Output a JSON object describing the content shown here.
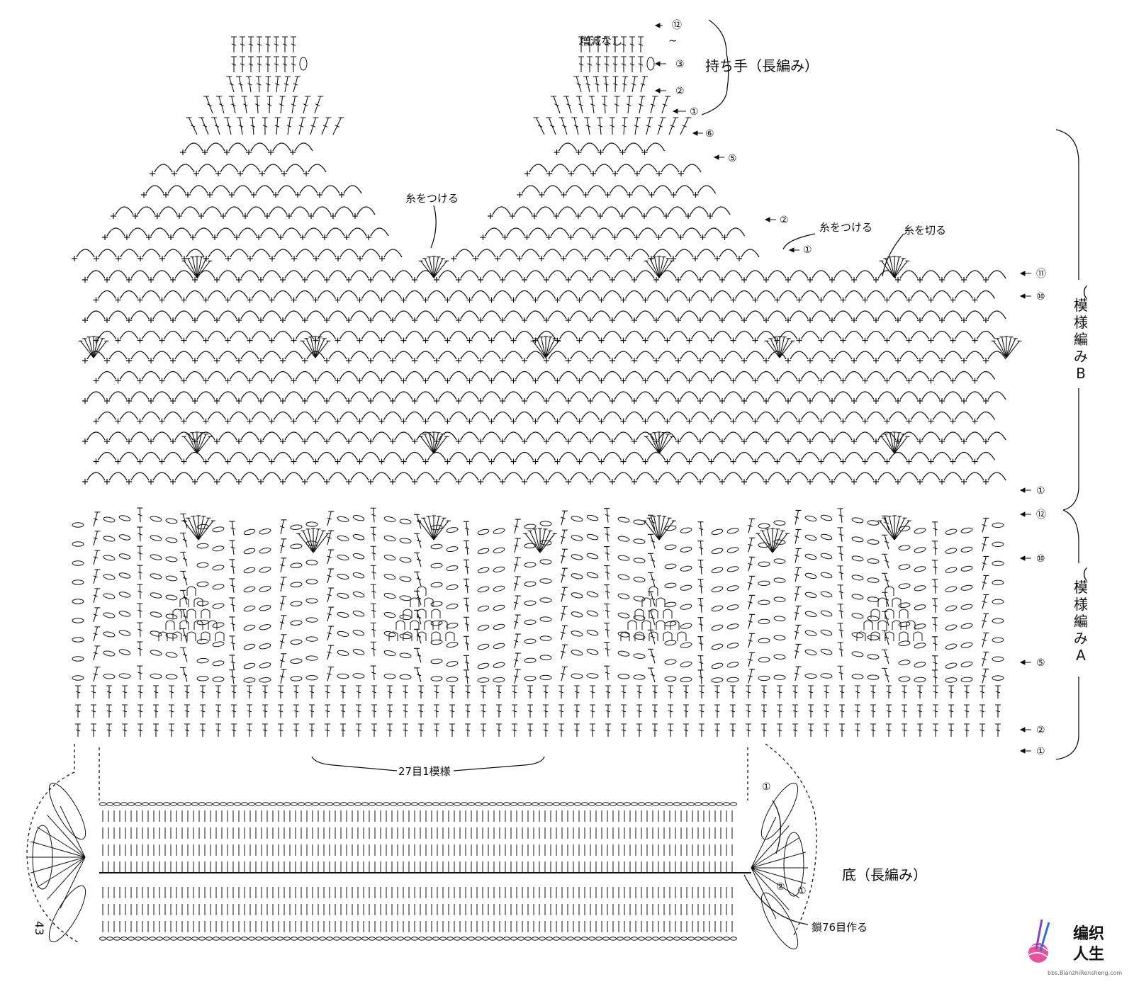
{
  "labels": {
    "no_change": "増減なし",
    "handle": "持ち手（長編み）",
    "attach_yarn_1": "糸をつける",
    "attach_yarn_2": "糸をつける",
    "cut_yarn": "糸を切る",
    "pattern_b": "模様編みB",
    "pattern_a": "模様編みA",
    "repeat": "27目1模様",
    "bottom": "底（長編み）",
    "chain": "鎖76目作る",
    "page_number": "43",
    "tilde": "~"
  },
  "round_markers": {
    "handle": [
      "⑫",
      "③",
      "②",
      "①"
    ],
    "shoulder": [
      "⑥",
      "⑤",
      "②",
      "①"
    ],
    "pattern_b": [
      "⑪",
      "⑩",
      "①"
    ],
    "pattern_a": [
      "⑫",
      "⑩",
      "⑤",
      "②",
      "①"
    ],
    "base": [
      "①",
      "②",
      "①"
    ]
  },
  "watermark": {
    "line1": "编织",
    "line2": "人生",
    "url": "bbs.BianzhiRensheng.com"
  },
  "colors": {
    "ink": "#111111",
    "logo_green": "#3aa335",
    "logo_orange": "#f08a1c",
    "logo_blue": "#2f6fd6",
    "logo_pink": "#e0368c",
    "logo_purple": "#8a3fc0"
  }
}
